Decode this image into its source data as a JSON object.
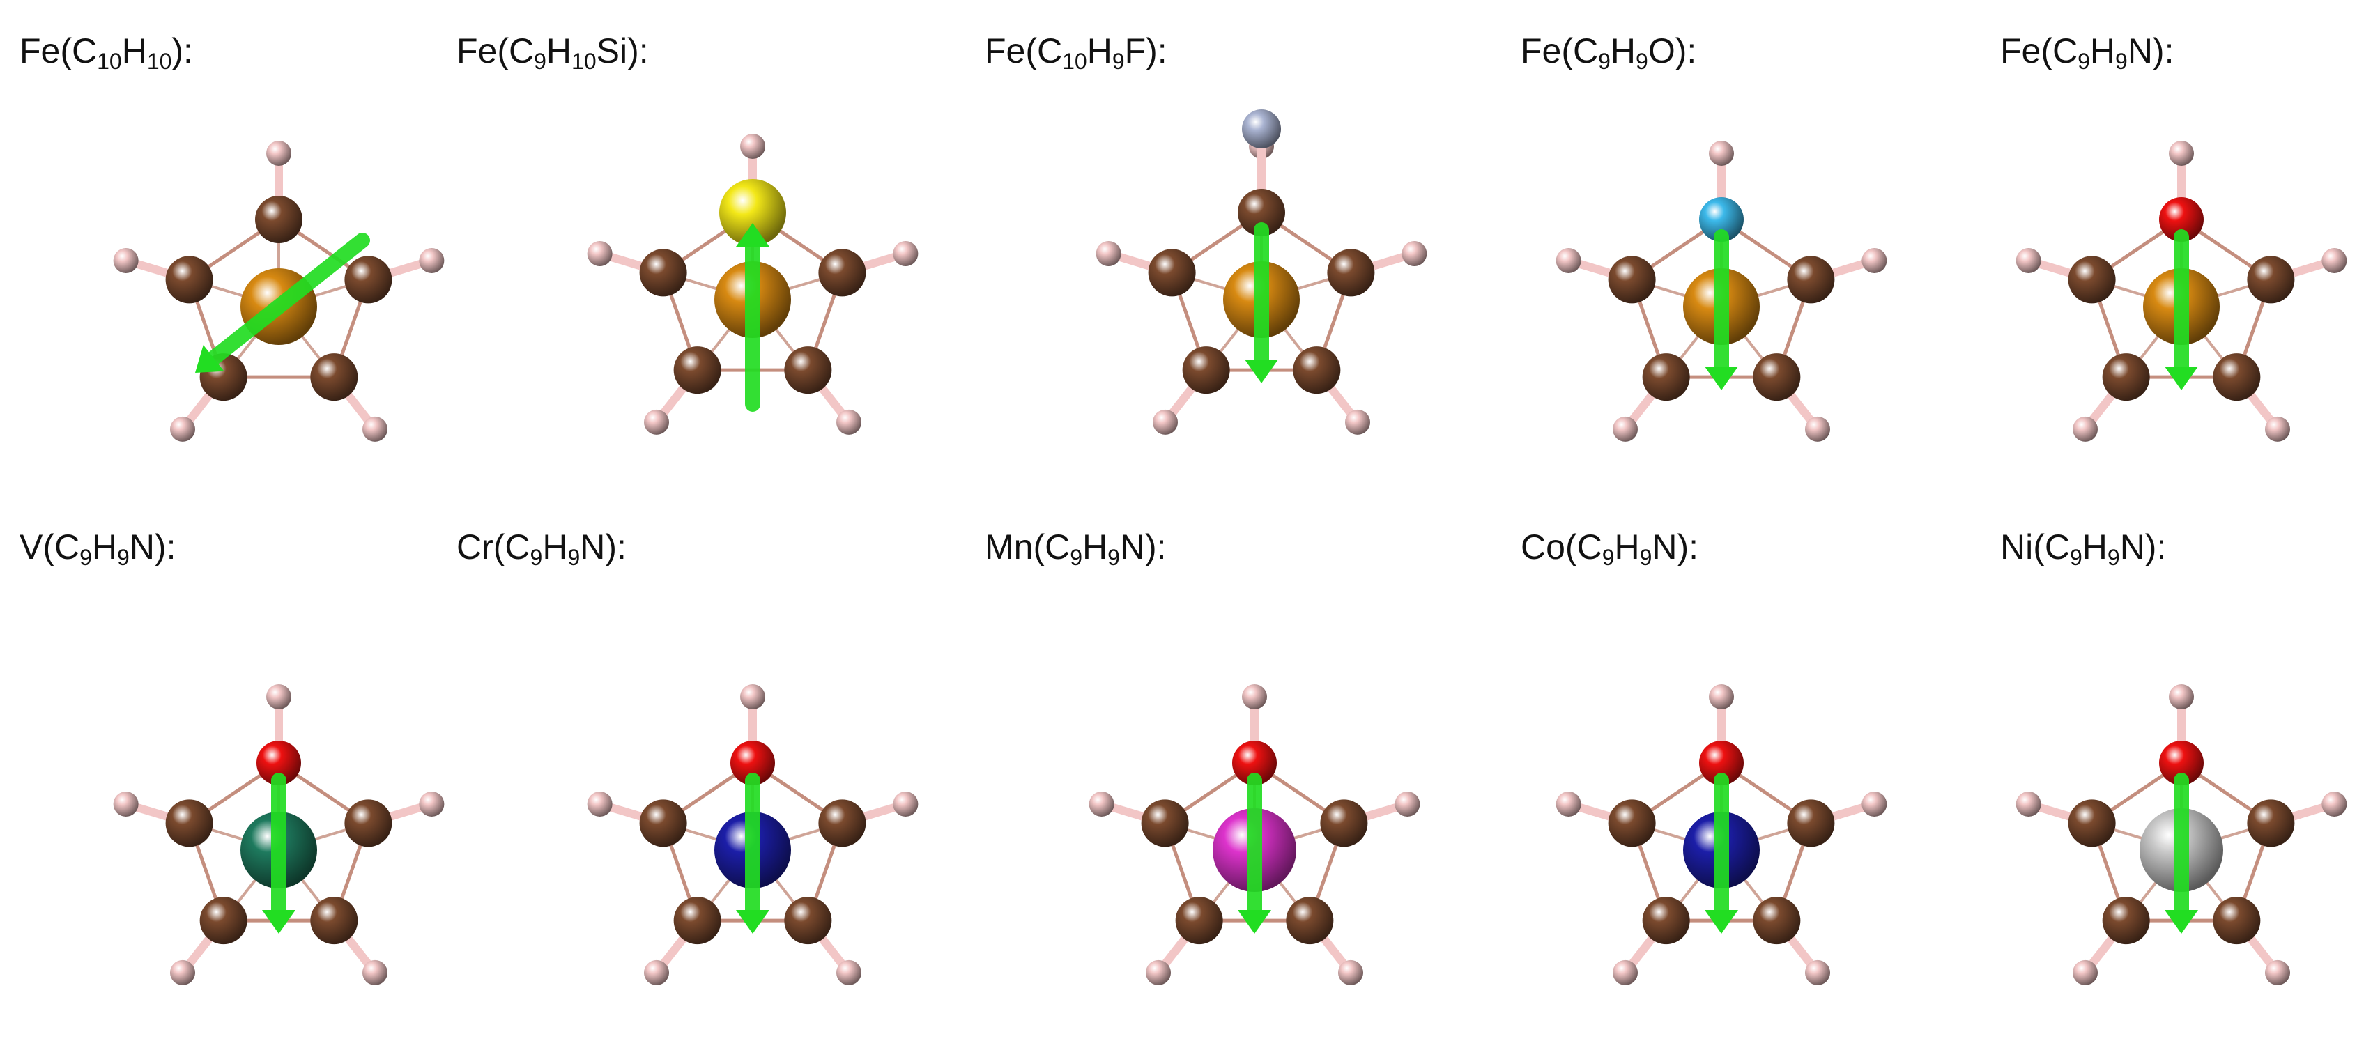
{
  "colors": {
    "carbon": "#7b4a2e",
    "hydrogen": "#f2c6c6",
    "arrow": "#22dd22",
    "bond": "#c48e7e",
    "Fe": "#d88a12",
    "Si": "#f3e818",
    "F": "#aab4d2",
    "O": "#3cb9ea",
    "N": "#ee1111",
    "V": "#1e7a5e",
    "Cr": "#1c1ea8",
    "Mn": "#dd33cc",
    "Co": "#1c1ea8",
    "Ni": "#c8c8c8"
  },
  "molecules": [
    {
      "label": [
        [
          "Fe(C",
          ""
        ],
        [
          "10",
          "sub"
        ],
        [
          "H",
          ""
        ],
        [
          "10",
          "sub"
        ],
        [
          "):",
          ""
        ]
      ],
      "metal": "Fe",
      "hetero": "C",
      "arrow": "diagonal"
    },
    {
      "label": [
        [
          "Fe(C",
          ""
        ],
        [
          "9",
          "sub"
        ],
        [
          "H",
          ""
        ],
        [
          "10",
          "sub"
        ],
        [
          "Si):",
          ""
        ]
      ],
      "metal": "Fe",
      "hetero": "Si",
      "arrow": "vertical"
    },
    {
      "label": [
        [
          "Fe(C",
          ""
        ],
        [
          "10",
          "sub"
        ],
        [
          "H",
          ""
        ],
        [
          "9",
          "sub"
        ],
        [
          "F):",
          ""
        ]
      ],
      "metal": "Fe",
      "hetero": "C",
      "arrow": "down",
      "substituent": "F"
    },
    {
      "label": [
        [
          "Fe(C",
          ""
        ],
        [
          "9",
          "sub"
        ],
        [
          "H",
          ""
        ],
        [
          "9",
          "sub"
        ],
        [
          "O):",
          ""
        ]
      ],
      "metal": "Fe",
      "hetero": "O",
      "arrow": "down"
    },
    {
      "label": [
        [
          "Fe(C",
          ""
        ],
        [
          "9",
          "sub"
        ],
        [
          "H",
          ""
        ],
        [
          "9",
          "sub"
        ],
        [
          "N):",
          ""
        ]
      ],
      "metal": "Fe",
      "hetero": "N",
      "arrow": "down"
    },
    {
      "label": [
        [
          "V(C",
          ""
        ],
        [
          "9",
          "sub"
        ],
        [
          "H",
          ""
        ],
        [
          "9",
          "sub"
        ],
        [
          "N):",
          ""
        ]
      ],
      "metal": "V",
      "hetero": "N",
      "arrow": "down"
    },
    {
      "label": [
        [
          "Cr(C",
          ""
        ],
        [
          "9",
          "sub"
        ],
        [
          "H",
          ""
        ],
        [
          "9",
          "sub"
        ],
        [
          "N):",
          ""
        ]
      ],
      "metal": "Cr",
      "hetero": "N",
      "arrow": "down"
    },
    {
      "label": [
        [
          "Mn(C",
          ""
        ],
        [
          "9",
          "sub"
        ],
        [
          "H",
          ""
        ],
        [
          "9",
          "sub"
        ],
        [
          "N):",
          ""
        ]
      ],
      "metal": "Mn",
      "hetero": "N",
      "arrow": "down"
    },
    {
      "label": [
        [
          "Co(C",
          ""
        ],
        [
          "9",
          "sub"
        ],
        [
          "H",
          ""
        ],
        [
          "9",
          "sub"
        ],
        [
          "N):",
          ""
        ]
      ],
      "metal": "Co",
      "hetero": "N",
      "arrow": "down"
    },
    {
      "label": [
        [
          "Ni(C",
          ""
        ],
        [
          "9",
          "sub"
        ],
        [
          "H",
          ""
        ],
        [
          "9",
          "sub"
        ],
        [
          "N):",
          ""
        ]
      ],
      "metal": "Ni",
      "hetero": "N",
      "arrow": "down"
    }
  ]
}
